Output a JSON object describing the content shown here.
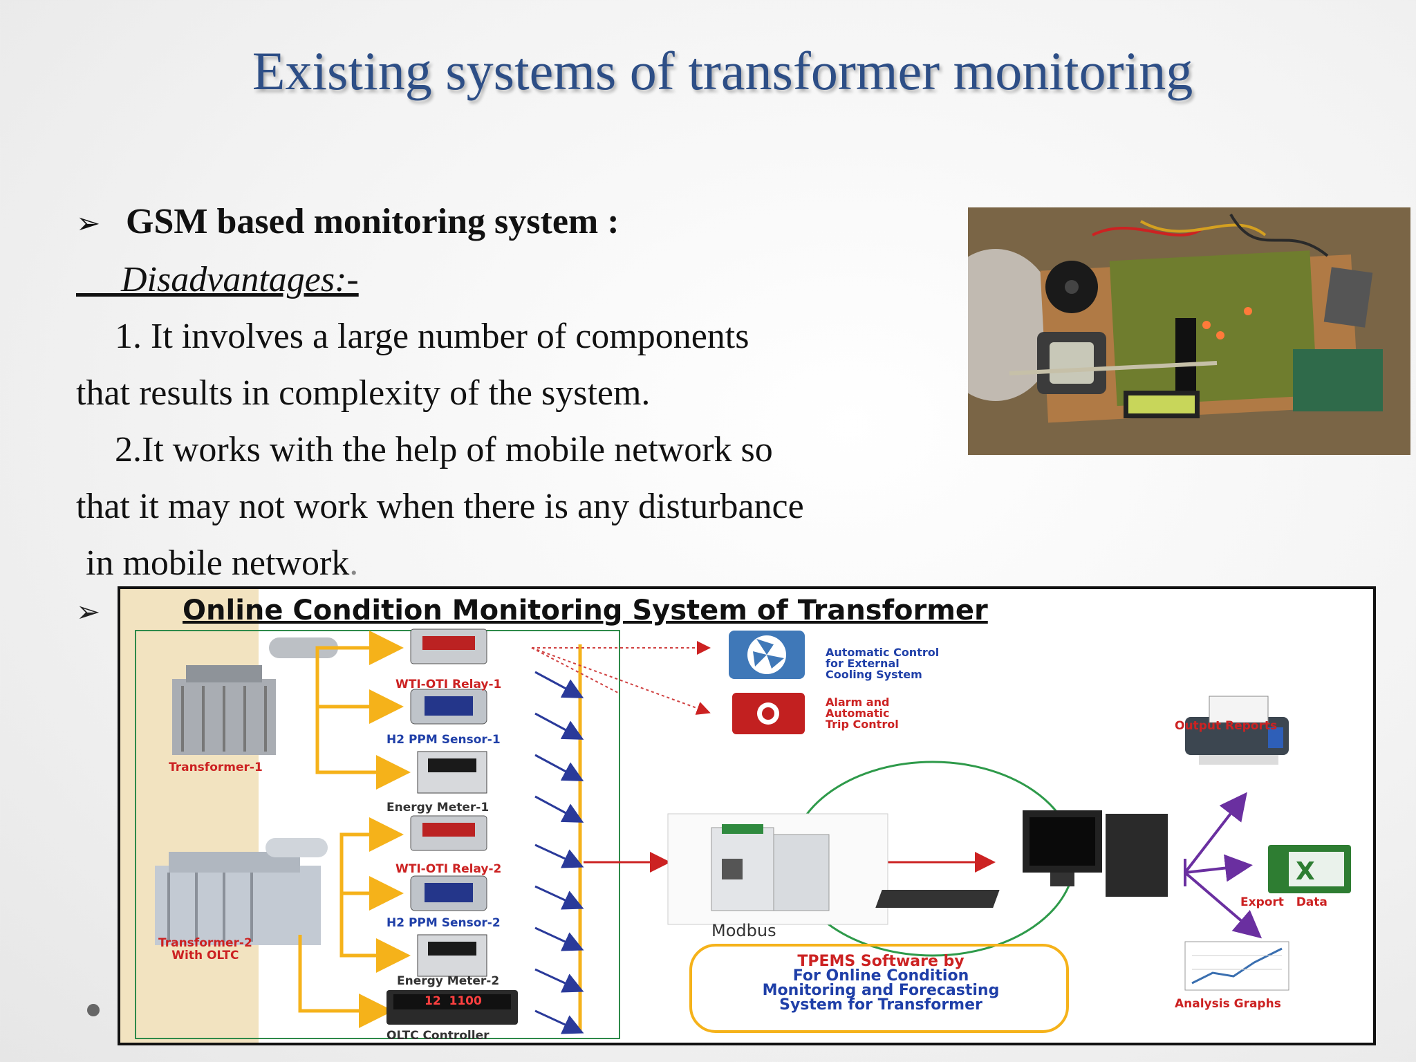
{
  "slide": {
    "title": "Existing systems of transformer monitoring",
    "heading": "GSM based monitoring system :",
    "disadvantages_label": "Disadvantages:-",
    "points": [
      "1. It involves a large number of components",
      "that results in complexity of the system.",
      "2.It works with the help of mobile network so",
      "that it may not work when there is any disturbance",
      "in mobile network"
    ],
    "trailing_period": ".",
    "bullet_arrow": "➢",
    "colors": {
      "title": "#2d4e86",
      "accent_orange": "#f5b21a",
      "red": "#cc2222",
      "blue": "#1f3fa8"
    }
  },
  "diagram": {
    "title": "Online  Condition  Monitoring  System  of  Transformer",
    "left_units": {
      "relay1": "WTI-OTI Relay-1",
      "sensor1": "H2 PPM  Sensor-1",
      "transformer1": "Transformer-1",
      "meter1": "Energy Meter-1",
      "relay2": "WTI-OTI Relay-2",
      "sensor2": "H2 PPM  Sensor-2",
      "transformer2_line1": "Transformer-2",
      "transformer2_line2": "With OLTC",
      "meter2": "Energy Meter-2",
      "oltc": "OLTC Controller",
      "oltc_display": "12  1100"
    },
    "controls": {
      "cooling_line1": "Automatic Control",
      "cooling_line2": "for External",
      "cooling_line3": "Cooling System",
      "alarm_line1": "Alarm and",
      "alarm_line2": "Automatic",
      "alarm_line3": "Trip Control"
    },
    "modbus": "Modbus",
    "software_line1": "TPEMS Software by",
    "software_line2": "For Online Condition",
    "software_line3": "Monitoring and Forecasting",
    "software_line4": "System for Transformer",
    "outputs": {
      "reports": "Output Reports",
      "export": "Export   Data",
      "graphs": "Analysis  Graphs"
    }
  }
}
